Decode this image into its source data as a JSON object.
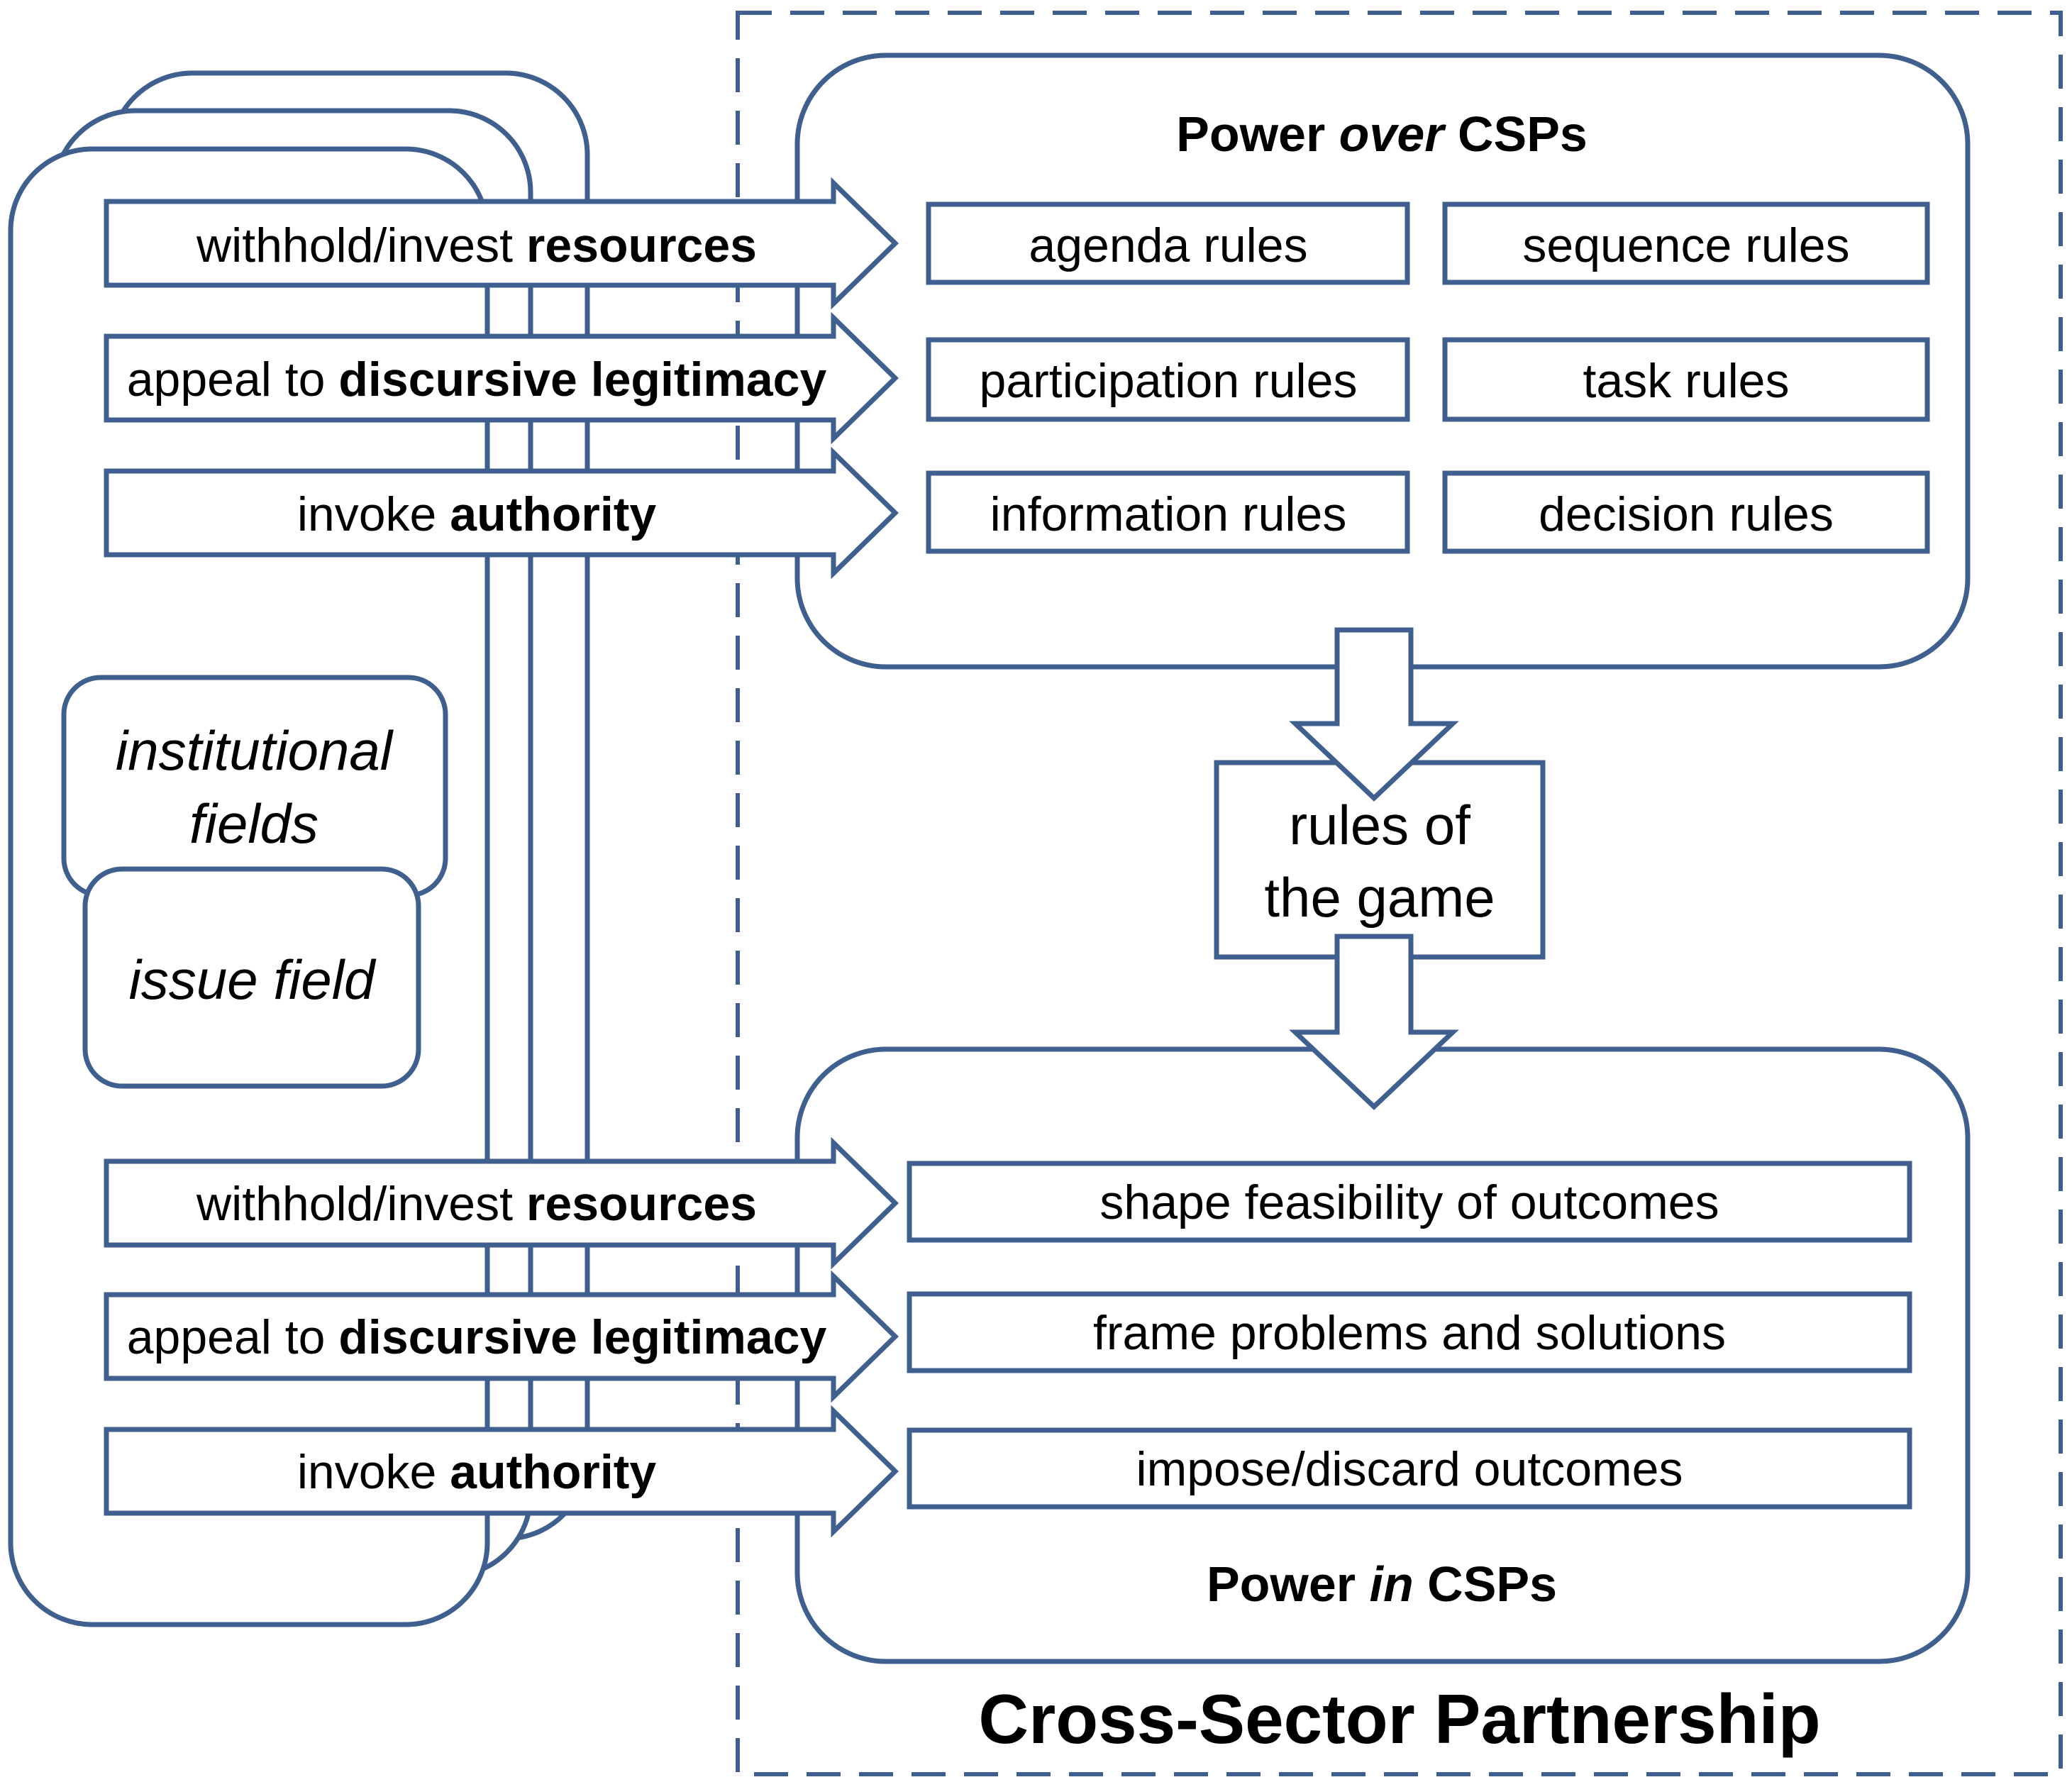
{
  "colors": {
    "stroke": "#3F5F8F",
    "text": "#000000",
    "background": "#FFFFFF"
  },
  "partnership_label": "Cross-Sector Partnership",
  "power_over": {
    "title_pre": "Power ",
    "title_em": "over",
    "title_post": " CSPs",
    "rules": [
      "agenda rules",
      "sequence rules",
      "participation rules",
      "task rules",
      "information rules",
      "decision rules"
    ]
  },
  "power_in": {
    "title_pre": "Power ",
    "title_em": "in",
    "title_post": " CSPs",
    "effects": [
      "shape feasibility of outcomes",
      "frame problems and solutions",
      "impose/discard outcomes"
    ]
  },
  "rules_of_game": {
    "line1": "rules of",
    "line2": "the game"
  },
  "fields": {
    "institutional_line1": "institutional",
    "institutional_line2": "fields",
    "issue": "issue field"
  },
  "arrows_top": [
    {
      "pre": "withhold/invest ",
      "bold": "resources"
    },
    {
      "pre": "appeal to ",
      "bold": "discursive legitimacy"
    },
    {
      "pre": "invoke ",
      "bold": "authority"
    }
  ],
  "arrows_bottom": [
    {
      "pre": "withhold/invest ",
      "bold": "resources"
    },
    {
      "pre": "appeal to ",
      "bold": "discursive legitimacy"
    },
    {
      "pre": "invoke ",
      "bold": "authority"
    }
  ]
}
